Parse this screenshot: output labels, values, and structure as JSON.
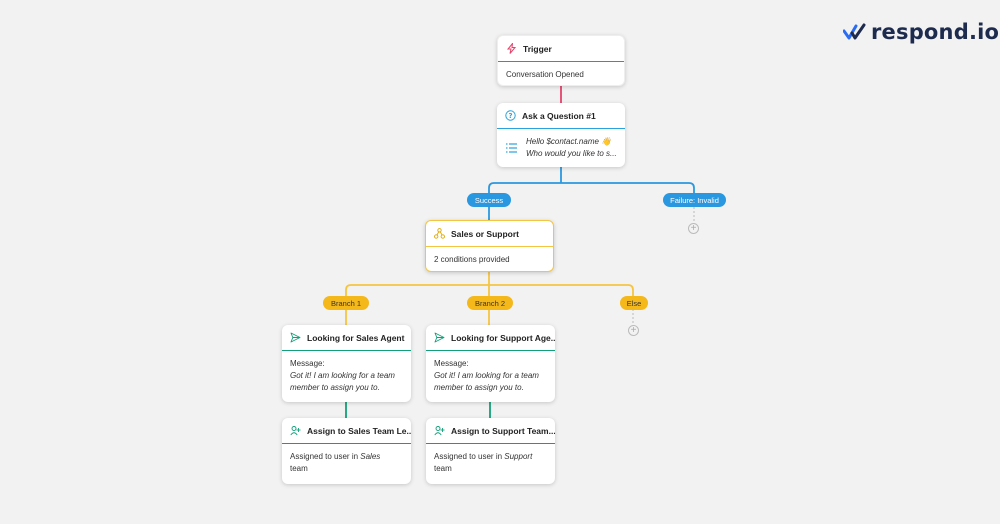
{
  "brand": {
    "logo_text": "respond.io",
    "accent": "#2a6df4"
  },
  "colors": {
    "trigger": "#e5436b",
    "ask": "#2aa2dd",
    "condition": "#f5c542",
    "action": "#12a07a"
  },
  "trigger": {
    "title": "Trigger",
    "body": "Conversation Opened",
    "icon": "lightning-icon"
  },
  "ask": {
    "title": "Ask a Question #1",
    "line1": "Hello $contact.name 👋",
    "line2": "Who would you like to s...",
    "icon": "question-icon"
  },
  "ask_branches": {
    "success": "Success",
    "failure": "Failure: Invalid"
  },
  "condition": {
    "title": "Sales or Support",
    "body": "2 conditions provided",
    "icon": "branch-icon"
  },
  "cond_branches": {
    "b1": "Branch 1",
    "b2": "Branch 2",
    "else": "Else"
  },
  "msg_sales": {
    "title": "Looking for Sales Agent",
    "label": "Message:",
    "text": "Got it! I am looking for a team member to assign you to.",
    "icon": "send-icon"
  },
  "msg_support": {
    "title": "Looking for Support Age...",
    "label": "Message:",
    "text": "Got it! I am looking for a team member to assign you to.",
    "icon": "send-icon"
  },
  "assign_sales": {
    "title": "Assign to Sales Team Le...",
    "prefix": "Assigned to user in ",
    "team": "Sales",
    "suffix": "team",
    "icon": "assign-user-icon"
  },
  "assign_support": {
    "title": "Assign to Support Team...",
    "prefix": "Assigned to user in ",
    "team": "Support",
    "suffix": "team",
    "icon": "assign-user-icon"
  }
}
